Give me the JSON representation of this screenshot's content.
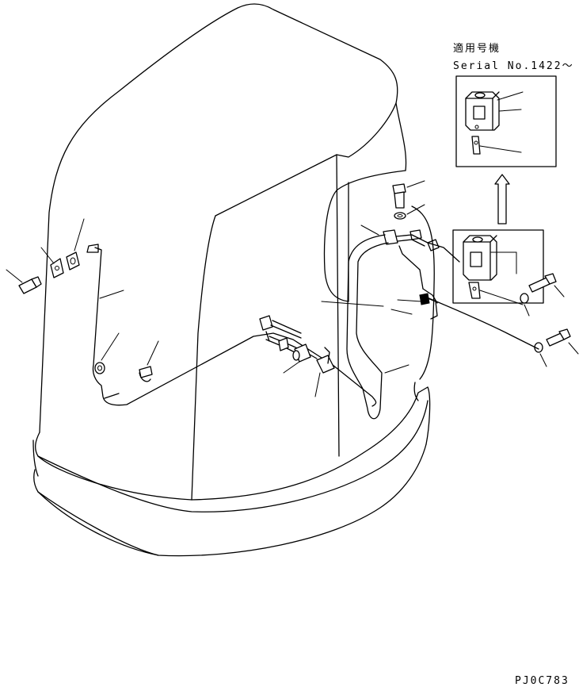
{
  "inset": {
    "applicability_label": "適用号機",
    "serial_label": "Serial No.1422～"
  },
  "drawing": {
    "code": "PJ0C783"
  }
}
